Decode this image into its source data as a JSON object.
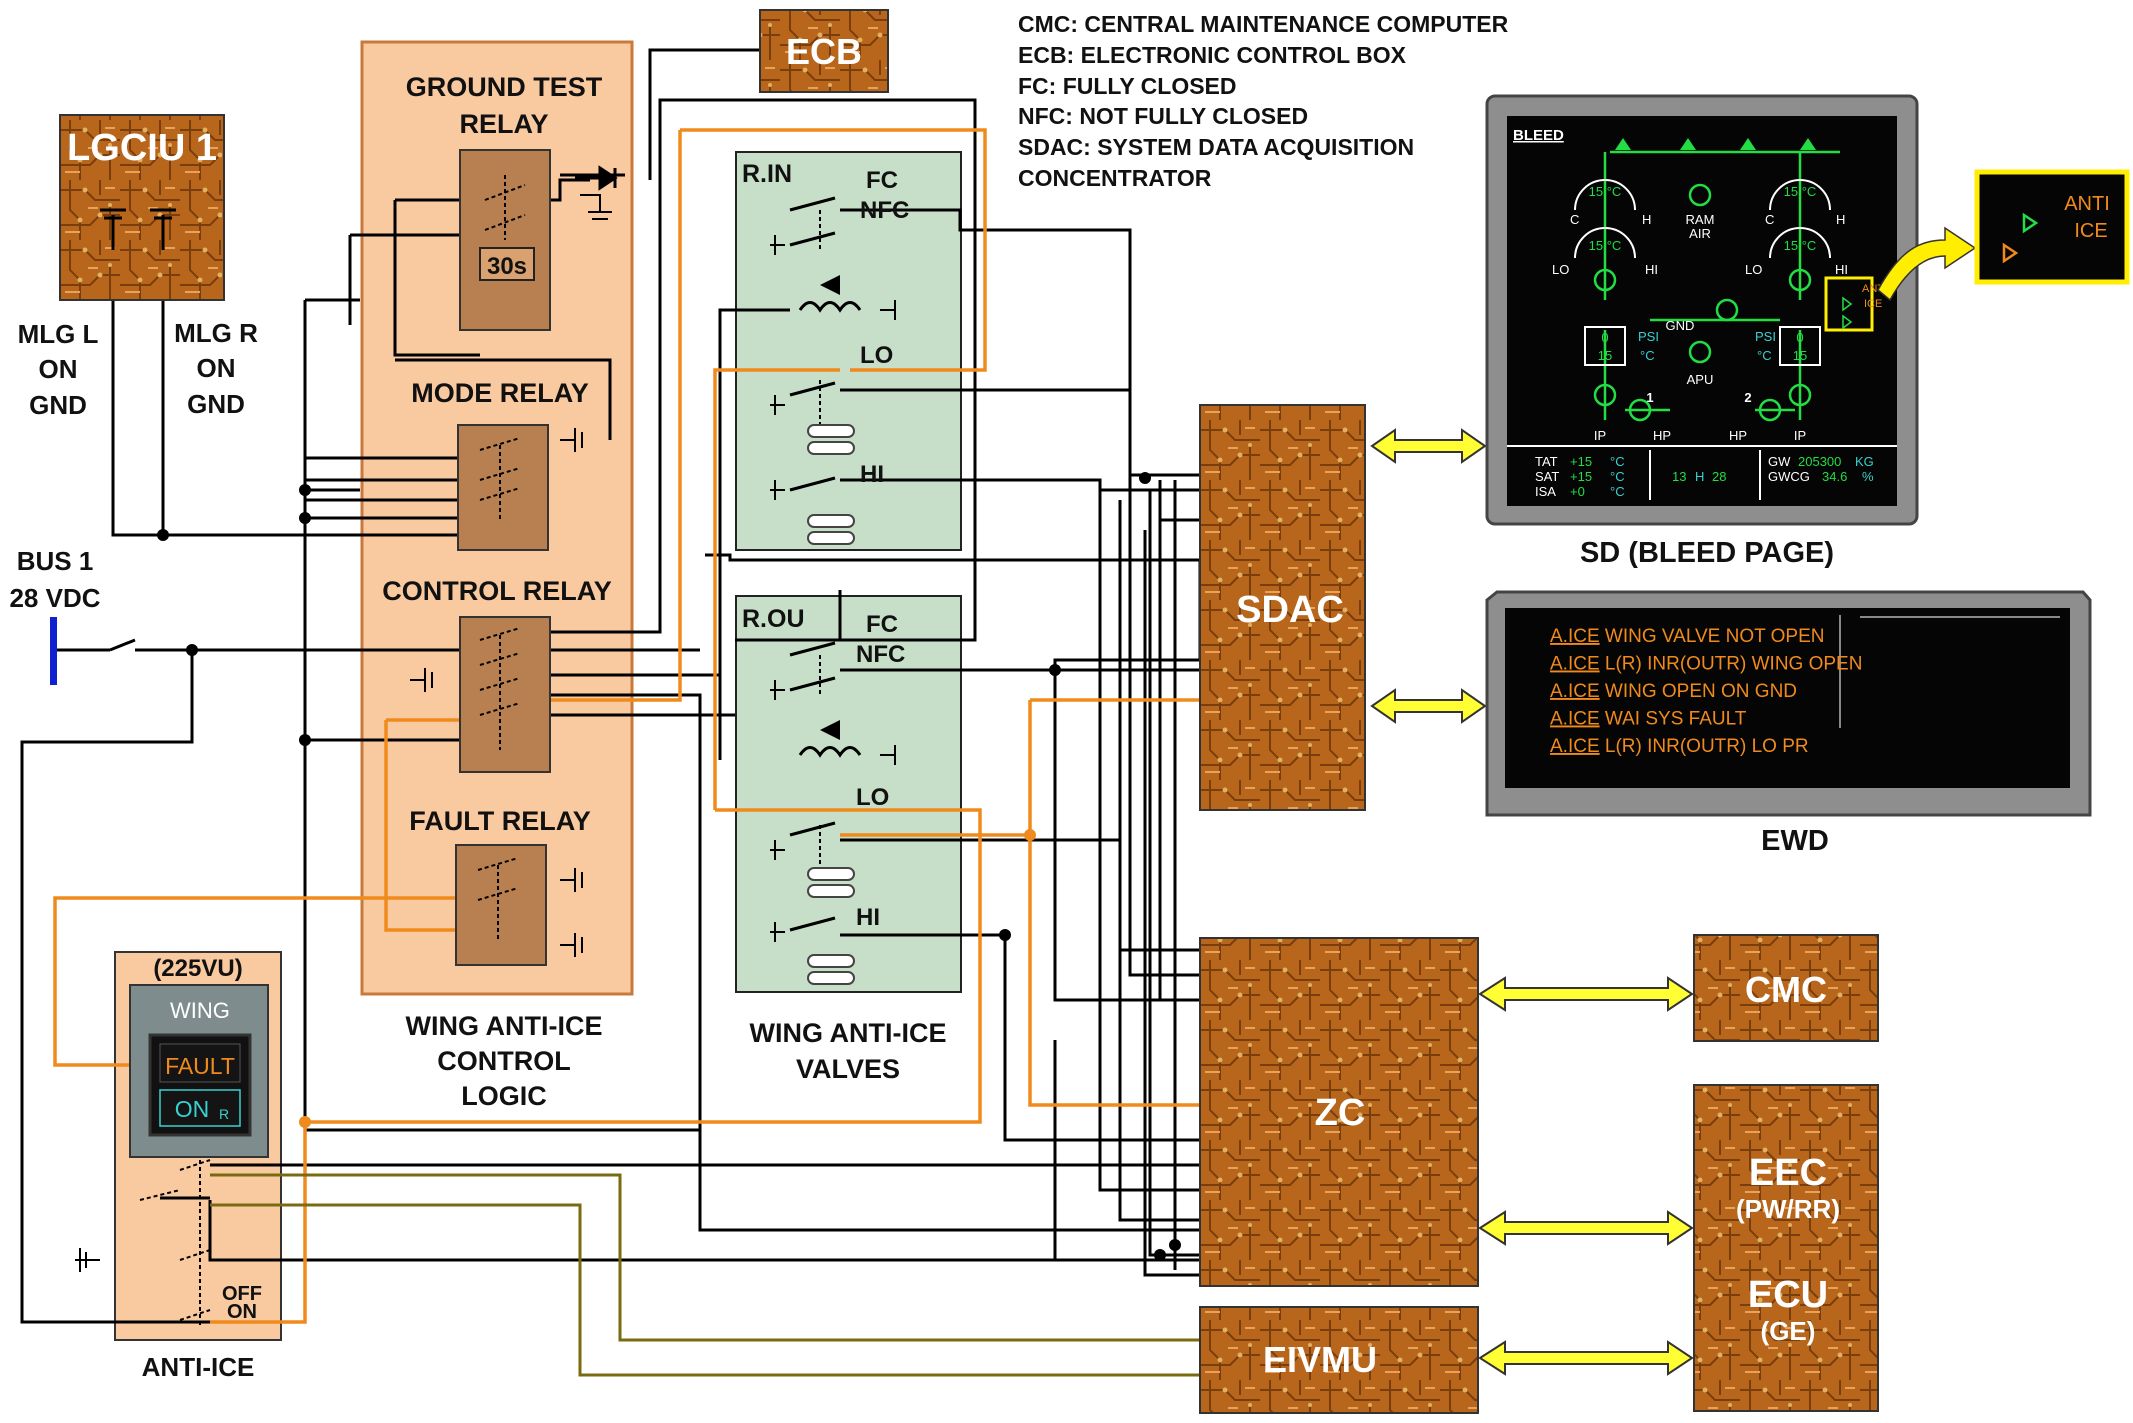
{
  "legend": {
    "lines": [
      "CMC: CENTRAL MAINTENANCE COMPUTER",
      "ECB: ELECTRONIC CONTROL BOX",
      "FC: FULLY CLOSED",
      "NFC: NOT FULLY CLOSED",
      "SDAC: SYSTEM DATA ACQUISITION",
      "CONCENTRATOR"
    ]
  },
  "boxes": {
    "lgciu": "LGCIU 1",
    "ecb": "ECB",
    "sdac": "SDAC",
    "zc": "ZC",
    "eivmu": "EIVMU",
    "cmc": "CMC",
    "eec": "EEC",
    "eec_sub": "(PW/RR)",
    "ecu": "ECU",
    "ecu_sub": "(GE)"
  },
  "left": {
    "mlg_l": [
      "MLG L",
      "ON",
      "GND"
    ],
    "mlg_r": [
      "MLG R",
      "ON",
      "GND"
    ],
    "bus": [
      "BUS 1",
      "28 VDC"
    ]
  },
  "relays": {
    "ground_test": [
      "GROUND TEST",
      "RELAY"
    ],
    "timer": "30s",
    "mode": "MODE RELAY",
    "control": "CONTROL RELAY",
    "fault": "FAULT RELAY",
    "caption": [
      "WING ANTI-ICE",
      "CONTROL",
      "LOGIC"
    ]
  },
  "valves": {
    "r_in": "R.IN",
    "r_ou": "R.OU",
    "fc": "FC",
    "nfc": "NFC",
    "lo": "LO",
    "hi": "HI",
    "caption": [
      "WING ANTI-ICE",
      "VALVES"
    ]
  },
  "panel": {
    "title": "(225VU)",
    "wing": "WING",
    "fault": "FAULT",
    "on": "ON",
    "on_sub": "R",
    "off_lbl": "OFF",
    "on_lbl": "ON",
    "caption": "ANTI-ICE"
  },
  "sd": {
    "title": "BLEED",
    "caption": "SD (BLEED PAGE)",
    "left_temp_top": "15 °C",
    "left_temp_mid": "15 °C",
    "right_temp_top": "15 °C",
    "right_temp_mid": "15 °C",
    "c": "C",
    "h": "H",
    "lo": "LO",
    "hi": "HI",
    "ram_air": [
      "RAM",
      "AIR"
    ],
    "gnd": "GND",
    "apu": "APU",
    "psi": "PSI",
    "deg_c": "°C",
    "psi_val": "0",
    "temp_val": "15",
    "ip": "IP",
    "hp": "HP",
    "eng1": "1",
    "eng2": "2",
    "anti_ice": [
      "ANTI",
      "ICE"
    ],
    "tat_lbl": "TAT",
    "tat_val": "+15",
    "sat_lbl": "SAT",
    "sat_val": "+15",
    "isa_lbl": "ISA",
    "isa_val": "+0",
    "time_h": "13",
    "time_sep": "H",
    "time_m": "28",
    "gw_lbl": "GW",
    "gw_val": "205300",
    "gw_unit": "KG",
    "gwcg_lbl": "GWCG",
    "gwcg_val": "34.6",
    "gwcg_unit": "%",
    "zoom_anti_ice": [
      "ANTI",
      "ICE"
    ]
  },
  "ewd": {
    "caption": "EWD",
    "messages": [
      {
        "prefix": "A.ICE",
        "text": "WING VALVE NOT OPEN"
      },
      {
        "prefix": "A.ICE",
        "text": "L(R) INR(OUTR) WING OPEN"
      },
      {
        "prefix": "A.ICE",
        "text": "WING OPEN ON GND"
      },
      {
        "prefix": "A.ICE",
        "text": "WAI SYS FAULT"
      },
      {
        "prefix": "A.ICE",
        "text": "L(R) INR(OUTR) LO PR"
      }
    ]
  },
  "colors": {
    "relay_bg": "#f9c9a0",
    "valve_bg": "#c7dfc8",
    "orange_wire": "#f08a1c",
    "olive_wire": "#7a6b12",
    "arrow": "#ffff33",
    "pcb": "#b8661c"
  }
}
